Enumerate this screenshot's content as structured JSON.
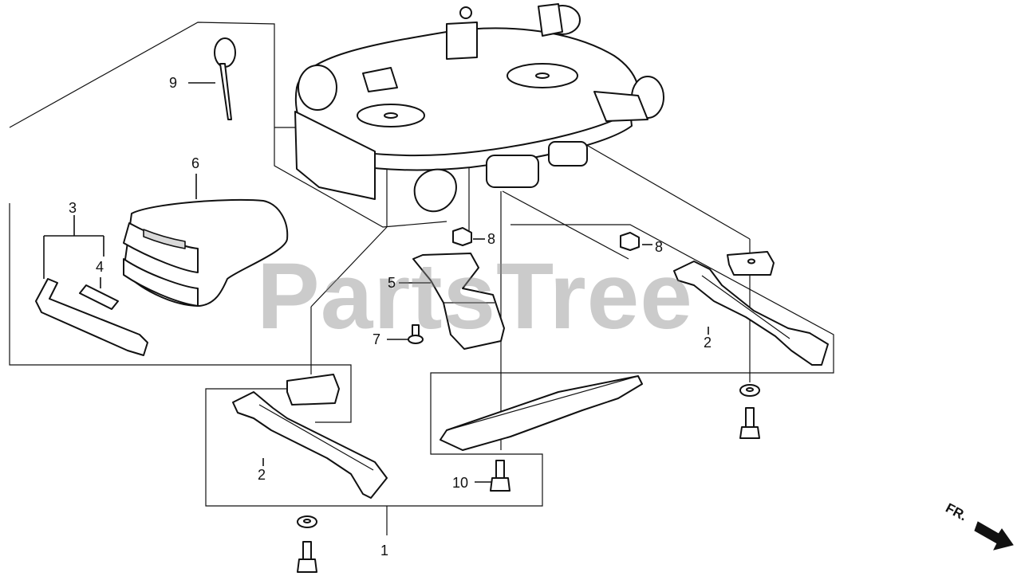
{
  "watermark": "PartsTree",
  "direction_label": "FR.",
  "callouts": {
    "c1": "1",
    "c2a": "2",
    "c2b": "2",
    "c3": "3",
    "c4": "4",
    "c5": "5",
    "c6": "6",
    "c7": "7",
    "c8a": "8",
    "c8b": "8",
    "c9": "9",
    "c10": "10"
  }
}
